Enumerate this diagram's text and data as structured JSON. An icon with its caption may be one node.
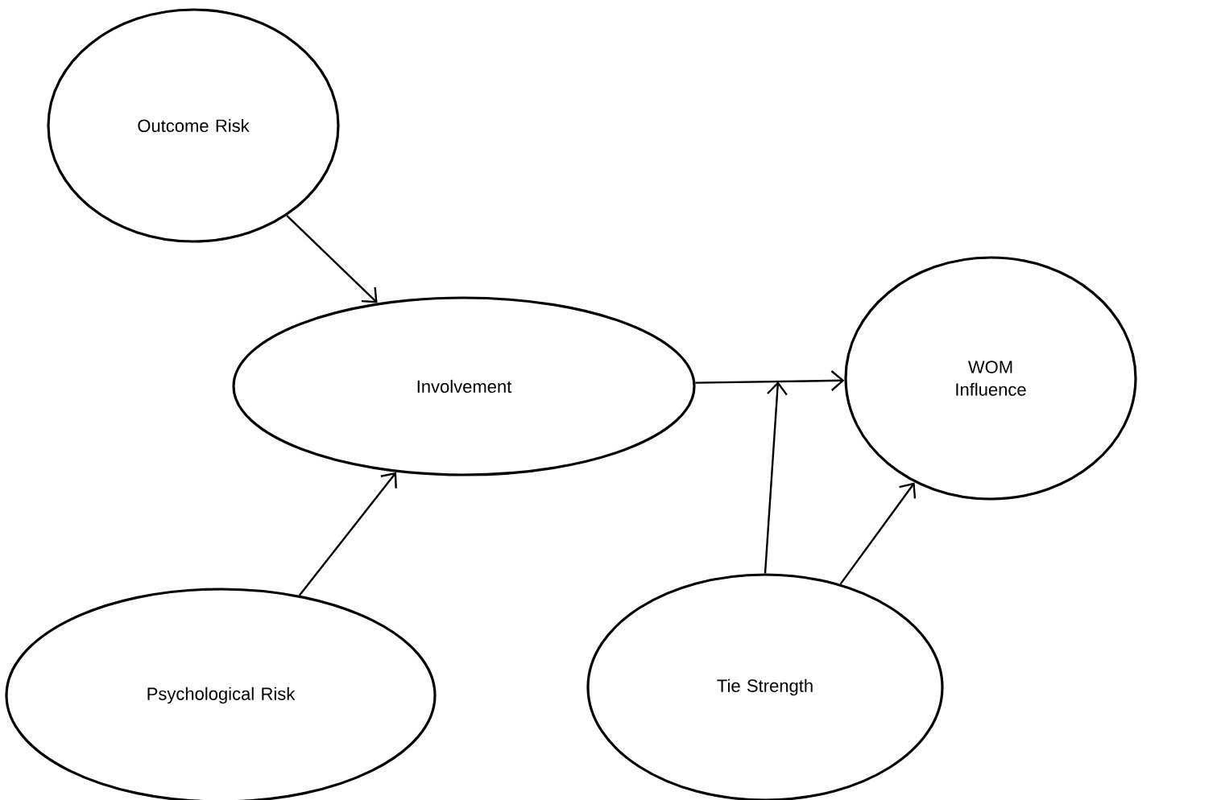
{
  "diagram": {
    "nodes": [
      {
        "text": [
          "Outcome Risk"
        ]
      },
      {
        "text": [
          "Involvement"
        ]
      },
      {
        "text": [
          "WOM Influence"
        ]
      },
      {
        "text": [
          "Psychological Risk"
        ]
      },
      {
        "text": [
          "Tie Strength"
        ]
      }
    ],
    "edges": [
      {
        "from": 0,
        "to": 1,
        "arrow": "to"
      },
      {
        "from": 3,
        "to": 1,
        "arrow": "to"
      },
      {
        "from": 1,
        "to": 2,
        "arrow": "to"
      },
      {
        "from": 4,
        "to": null,
        "arrow": "to"
      },
      {
        "from": 4,
        "to": 2,
        "arrow": "to"
      }
    ]
  }
}
